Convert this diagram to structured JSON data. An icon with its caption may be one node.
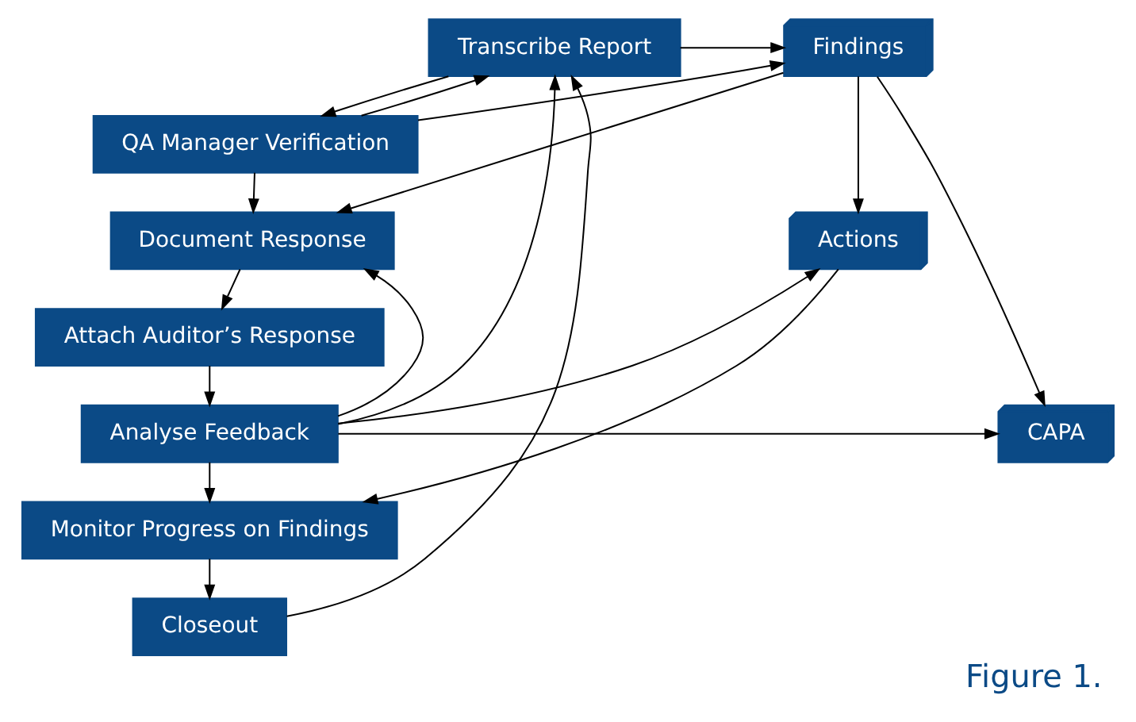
{
  "diagram": {
    "caption": "Figure 1.",
    "nodes": [
      {
        "text": [
          "Transcribe Report"
        ]
      },
      {
        "text": [
          "QA Manager Verification"
        ]
      },
      {
        "text": [
          "Document Response"
        ]
      },
      {
        "text": [
          "Attach Auditor’s Response"
        ]
      },
      {
        "text": [
          "Analyse Feedback"
        ]
      },
      {
        "text": [
          "Monitor Progress on Findings"
        ]
      },
      {
        "text": [
          "Closeout"
        ]
      },
      {
        "text": [
          "Findings"
        ]
      },
      {
        "text": [
          "Actions"
        ]
      },
      {
        "text": [
          "CAPA"
        ]
      }
    ],
    "edges": [
      {
        "from": 0,
        "to": 1,
        "arrow": "to"
      },
      {
        "from": 1,
        "to": 0,
        "arrow": "to"
      },
      {
        "from": 1,
        "to": 2,
        "arrow": "to"
      },
      {
        "from": 2,
        "to": 3,
        "arrow": "to"
      },
      {
        "from": 3,
        "to": 4,
        "arrow": "to"
      },
      {
        "from": 4,
        "to": 5,
        "arrow": "to"
      },
      {
        "from": 5,
        "to": 6,
        "arrow": "to"
      },
      {
        "from": 0,
        "to": 7,
        "arrow": "to"
      },
      {
        "from": 1,
        "to": 7,
        "arrow": "to"
      },
      {
        "from": 7,
        "to": 2,
        "arrow": "to"
      },
      {
        "from": 7,
        "to": 8,
        "arrow": "to"
      },
      {
        "from": 7,
        "to": 9,
        "arrow": "to"
      },
      {
        "from": 4,
        "to": 2,
        "arrow": "to"
      },
      {
        "from": 4,
        "to": 0,
        "arrow": "to"
      },
      {
        "from": 4,
        "to": 8,
        "arrow": "to"
      },
      {
        "from": 4,
        "to": 9,
        "arrow": "to"
      },
      {
        "from": 8,
        "to": 5,
        "arrow": "to"
      },
      {
        "from": 6,
        "to": 0,
        "arrow": "to"
      }
    ]
  }
}
